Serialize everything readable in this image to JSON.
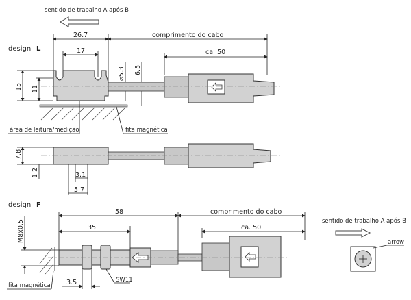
{
  "top": {
    "direction_label": "sentido de trabalho A após B"
  },
  "design_l": {
    "label": "design",
    "letter": "L",
    "dim_total_width": "26.7",
    "dim_slot_spacing": "17",
    "dim_cable_length": "comprimento do cabo",
    "dim_connector": "ca. 50",
    "dim_height": "15",
    "dim_slot_height": "11",
    "dim_cable_diameter": "⌀5.3",
    "dim_cable_height": "6.5",
    "label_reading_area": "área de leitura/medição",
    "label_magnetic_tape": "fita magnética",
    "side_dim_height": "7.8",
    "side_dim_offset": "1.2",
    "side_dim_a": "3.1",
    "side_dim_b": "5.7"
  },
  "design_f": {
    "label": "design",
    "letter": "F",
    "dim_total": "58",
    "dim_body": "35",
    "dim_cable_length": "comprimento do cabo",
    "dim_connector": "ca. 50",
    "dim_thread": "M8x0.5",
    "label_magnetic_tape": "fita magnética",
    "dim_gap": "3.5",
    "nut_size": "SW11"
  },
  "right_panel": {
    "direction_label": "sentido de trabalho A após B",
    "arrow_label": "arrow"
  },
  "colors": {
    "part_fill": "#d2d2d2",
    "line": "#222222"
  }
}
